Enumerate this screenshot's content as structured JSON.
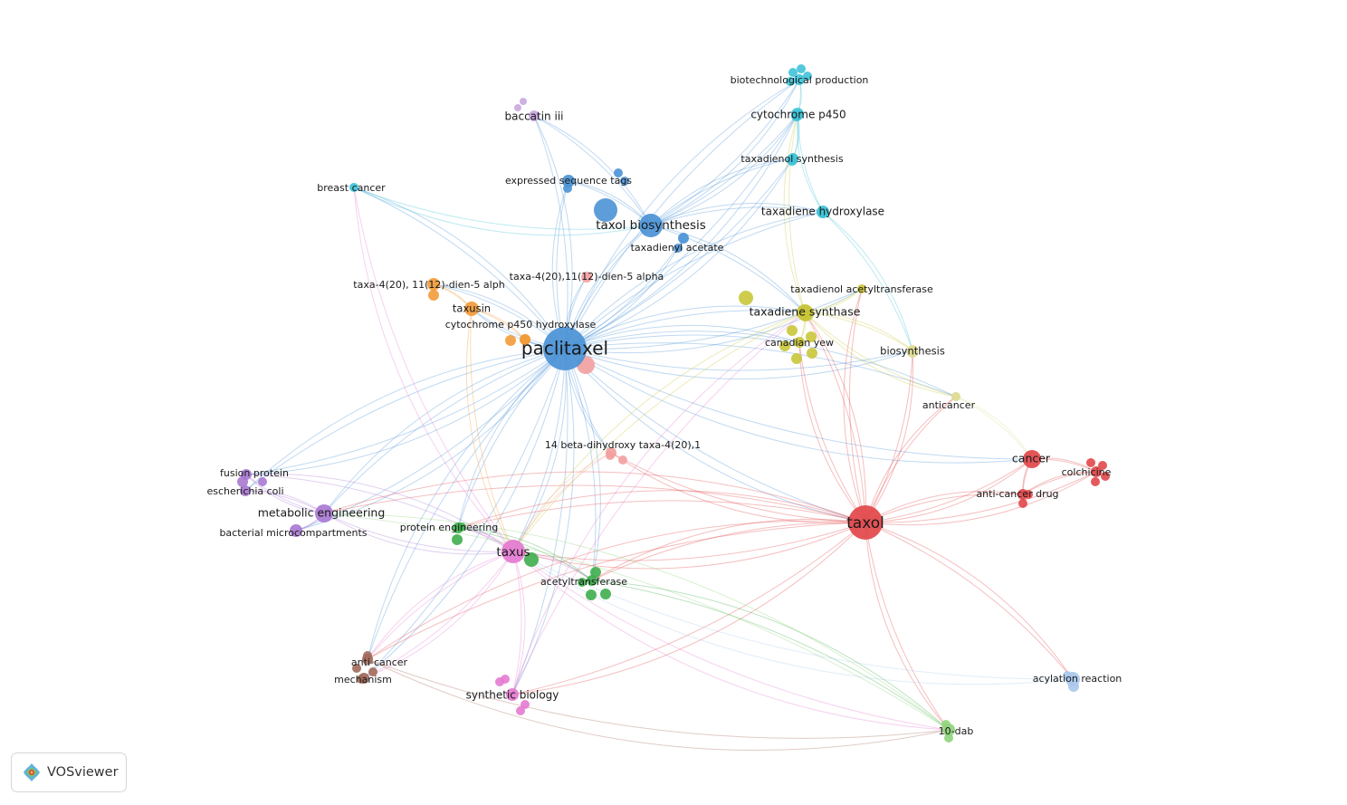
{
  "app": {
    "name": "VOSviewer",
    "logo_icon": "vosviewer-logo-icon"
  },
  "clusters": {
    "blue": "#4b92d6",
    "red": "#e2474a",
    "yellow": "#c9c63a",
    "cyan": "#3fc3d8",
    "green": "#3fae4d",
    "purple": "#a979d3",
    "pink": "#e47ad0",
    "orange": "#f29b3a",
    "brown": "#a26a5a",
    "lightpink": "#f3a0a0",
    "lavender": "#c9a8e0",
    "lightgreen": "#8fd47c",
    "lightblue": "#a9c8ec",
    "khaki": "#dedc98"
  },
  "nodes": [
    {
      "id": "paclitaxel",
      "label": "paclitaxel",
      "cluster": "blue",
      "weight": 22
    },
    {
      "id": "taxol",
      "label": "taxol",
      "cluster": "red",
      "weight": 17
    },
    {
      "id": "taxol_biosynthesis",
      "label": "taxol biosynthesis",
      "cluster": "blue",
      "weight": 13
    },
    {
      "id": "taxadiene_synthase",
      "label": "taxadiene synthase",
      "cluster": "yellow",
      "weight": 12
    },
    {
      "id": "metabolic_engineering",
      "label": "metabolic engineering",
      "cluster": "purple",
      "weight": 12
    },
    {
      "id": "taxus",
      "label": "taxus",
      "cluster": "pink",
      "weight": 12
    },
    {
      "id": "cancer",
      "label": "cancer",
      "cluster": "red",
      "weight": 11
    },
    {
      "id": "taxusin",
      "label": "taxusin",
      "cluster": "orange",
      "weight": 10
    },
    {
      "id": "cytochrome_p450",
      "label": "cytochrome p450",
      "cluster": "cyan",
      "weight": 10
    },
    {
      "id": "taxadiene_hydroxylase",
      "label": "taxadiene hydroxylase",
      "cluster": "cyan",
      "weight": 10
    },
    {
      "id": "baccatin_iii",
      "label": "baccatin iii",
      "cluster": "lavender",
      "weight": 10
    },
    {
      "id": "synthetic_biology",
      "label": "synthetic biology",
      "cluster": "pink",
      "weight": 10
    },
    {
      "id": "biosynthesis",
      "label": "biosynthesis",
      "cluster": "khaki",
      "weight": 10
    },
    {
      "id": "expressed_sequence_tags",
      "label": "expressed sequence tags",
      "cluster": "blue",
      "weight": 9
    },
    {
      "id": "taxadienyl_acetate",
      "label": "taxadienyl acetate",
      "cluster": "blue",
      "weight": 9
    },
    {
      "id": "taxa_alpha_b",
      "label": "taxa-4(20),11(12)-dien-5 alpha",
      "cluster": "lightpink",
      "weight": 9
    },
    {
      "id": "taxa_alph_a",
      "label": "taxa-4(20), 11(12)-dien-5 alph",
      "cluster": "orange",
      "weight": 9
    },
    {
      "id": "cyp450_hydroxylase",
      "label": "cytochrome p450 hydroxylase",
      "cluster": "orange",
      "weight": 9
    },
    {
      "id": "taxadienol_acetyltransferase",
      "label": "taxadienol acetyltransferase",
      "cluster": "yellow",
      "weight": 9
    },
    {
      "id": "canadian_yew",
      "label": "canadian yew",
      "cluster": "yellow",
      "weight": 9
    },
    {
      "id": "taxadienol_synthesis",
      "label": "taxadienol synthesis",
      "cluster": "cyan",
      "weight": 9
    },
    {
      "id": "biotechnological_production",
      "label": "biotechnological production",
      "cluster": "cyan",
      "weight": 9
    },
    {
      "id": "breast_cancer",
      "label": "breast cancer",
      "cluster": "cyan",
      "weight": 9
    },
    {
      "id": "anticancer",
      "label": "anticancer",
      "cluster": "khaki",
      "weight": 9
    },
    {
      "id": "dihydroxy",
      "label": "14 beta-dihydroxy taxa-4(20),1",
      "cluster": "lightpink",
      "weight": 9
    },
    {
      "id": "anticancer_drug",
      "label": "anti-cancer drug",
      "cluster": "red",
      "weight": 9
    },
    {
      "id": "colchicine",
      "label": "colchicine",
      "cluster": "red",
      "weight": 9
    },
    {
      "id": "fusion_protein",
      "label": "fusion protein",
      "cluster": "purple",
      "weight": 9
    },
    {
      "id": "escherichia_coli",
      "label": "escherichia coli",
      "cluster": "purple",
      "weight": 9
    },
    {
      "id": "bacterial_microcompartments",
      "label": "bacterial microcompartments",
      "cluster": "purple",
      "weight": 9
    },
    {
      "id": "protein_engineering",
      "label": "protein engineering",
      "cluster": "green",
      "weight": 9
    },
    {
      "id": "acetyltransferase",
      "label": "acetyltransferase",
      "cluster": "green",
      "weight": 9
    },
    {
      "id": "anti_cancer",
      "label": "anti-cancer",
      "cluster": "brown",
      "weight": 9
    },
    {
      "id": "mechanism",
      "label": "mechanism",
      "cluster": "brown",
      "weight": 9
    },
    {
      "id": "acylation_reaction",
      "label": "acylation reaction",
      "cluster": "lightblue",
      "weight": 9
    },
    {
      "id": "dab10",
      "label": "10-dab",
      "cluster": "lightgreen",
      "weight": 9
    }
  ],
  "links": [
    [
      "paclitaxel",
      "taxol_biosynthesis"
    ],
    [
      "paclitaxel",
      "taxol"
    ],
    [
      "paclitaxel",
      "taxadiene_synthase"
    ],
    [
      "paclitaxel",
      "metabolic_engineering"
    ],
    [
      "paclitaxel",
      "taxus"
    ],
    [
      "paclitaxel",
      "cancer"
    ],
    [
      "paclitaxel",
      "taxusin"
    ],
    [
      "paclitaxel",
      "cytochrome_p450"
    ],
    [
      "paclitaxel",
      "taxadiene_hydroxylase"
    ],
    [
      "paclitaxel",
      "baccatin_iii"
    ],
    [
      "paclitaxel",
      "synthetic_biology"
    ],
    [
      "paclitaxel",
      "biosynthesis"
    ],
    [
      "paclitaxel",
      "expressed_sequence_tags"
    ],
    [
      "paclitaxel",
      "taxadienyl_acetate"
    ],
    [
      "paclitaxel",
      "taxa_alpha_b"
    ],
    [
      "paclitaxel",
      "taxa_alph_a"
    ],
    [
      "paclitaxel",
      "cyp450_hydroxylase"
    ],
    [
      "paclitaxel",
      "taxadienol_acetyltransferase"
    ],
    [
      "paclitaxel",
      "canadian_yew"
    ],
    [
      "paclitaxel",
      "taxadienol_synthesis"
    ],
    [
      "paclitaxel",
      "biotechnological_production"
    ],
    [
      "paclitaxel",
      "breast_cancer"
    ],
    [
      "paclitaxel",
      "anticancer"
    ],
    [
      "paclitaxel",
      "dihydroxy"
    ],
    [
      "paclitaxel",
      "fusion_protein"
    ],
    [
      "paclitaxel",
      "escherichia_coli"
    ],
    [
      "paclitaxel",
      "bacterial_microcompartments"
    ],
    [
      "paclitaxel",
      "protein_engineering"
    ],
    [
      "paclitaxel",
      "acetyltransferase"
    ],
    [
      "paclitaxel",
      "anti_cancer"
    ],
    [
      "paclitaxel",
      "mechanism"
    ],
    [
      "taxol",
      "cancer"
    ],
    [
      "taxol",
      "anticancer_drug"
    ],
    [
      "taxol",
      "colchicine"
    ],
    [
      "taxol",
      "taxus"
    ],
    [
      "taxol",
      "taxadiene_synthase"
    ],
    [
      "taxol",
      "canadian_yew"
    ],
    [
      "taxol",
      "biosynthesis"
    ],
    [
      "taxol",
      "anticancer"
    ],
    [
      "taxol",
      "acetyltransferase"
    ],
    [
      "taxol",
      "acylation_reaction"
    ],
    [
      "taxol",
      "dab10"
    ],
    [
      "taxol",
      "dihydroxy"
    ],
    [
      "taxol",
      "protein_engineering"
    ],
    [
      "taxol",
      "synthetic_biology"
    ],
    [
      "taxol",
      "anti_cancer"
    ],
    [
      "taxol",
      "taxadienol_acetyltransferase"
    ],
    [
      "taxol",
      "metabolic_engineering"
    ],
    [
      "cancer",
      "colchicine"
    ],
    [
      "cancer",
      "anticancer_drug"
    ],
    [
      "anticancer_drug",
      "colchicine"
    ],
    [
      "taxol_biosynthesis",
      "cytochrome_p450"
    ],
    [
      "taxol_biosynthesis",
      "taxadiene_hydroxylase"
    ],
    [
      "taxol_biosynthesis",
      "biotechnological_production"
    ],
    [
      "taxol_biosynthesis",
      "taxadienol_synthesis"
    ],
    [
      "taxol_biosynthesis",
      "baccatin_iii"
    ],
    [
      "taxol_biosynthesis",
      "taxadiene_synthase"
    ],
    [
      "taxol_biosynthesis",
      "expressed_sequence_tags"
    ],
    [
      "taxadiene_synthase",
      "canadian_yew"
    ],
    [
      "taxadiene_synthase",
      "taxadienol_acetyltransferase"
    ],
    [
      "taxadiene_synthase",
      "biosynthesis"
    ],
    [
      "taxadiene_synthase",
      "anticancer"
    ],
    [
      "taxadiene_synthase",
      "cytochrome_p450"
    ],
    [
      "taxadiene_synthase",
      "taxus"
    ],
    [
      "taxadiene_hydroxylase",
      "biosynthesis"
    ],
    [
      "cytochrome_p450",
      "taxadiene_hydroxylase"
    ],
    [
      "cytochrome_p450",
      "taxadienol_synthesis"
    ],
    [
      "cytochrome_p450",
      "biotechnological_production"
    ],
    [
      "metabolic_engineering",
      "fusion_protein"
    ],
    [
      "metabolic_engineering",
      "escherichia_coli"
    ],
    [
      "metabolic_engineering",
      "bacterial_microcompartments"
    ],
    [
      "metabolic_engineering",
      "taxus"
    ],
    [
      "taxus",
      "synthetic_biology"
    ],
    [
      "taxus",
      "protein_engineering"
    ],
    [
      "taxus",
      "acetyltransferase"
    ],
    [
      "taxus",
      "anti_cancer"
    ],
    [
      "taxus",
      "mechanism"
    ],
    [
      "taxus",
      "dab10"
    ],
    [
      "taxus",
      "breast_cancer"
    ],
    [
      "taxusin",
      "taxa_alph_a"
    ],
    [
      "taxusin",
      "cyp450_hydroxylase"
    ],
    [
      "taxusin",
      "taxus"
    ],
    [
      "acetyltransferase",
      "dab10"
    ],
    [
      "acetyltransferase",
      "protein_engineering"
    ],
    [
      "anticancer",
      "cancer"
    ],
    [
      "anti_cancer",
      "dab10"
    ],
    [
      "synthetic_biology",
      "taxadiene_synthase"
    ],
    [
      "breast_cancer",
      "taxol_biosynthesis"
    ],
    [
      "fusion_protein",
      "taxus"
    ],
    [
      "dihydroxy",
      "taxus"
    ],
    [
      "acylation_reaction",
      "taxus"
    ],
    [
      "dab10",
      "metabolic_engineering"
    ]
  ]
}
